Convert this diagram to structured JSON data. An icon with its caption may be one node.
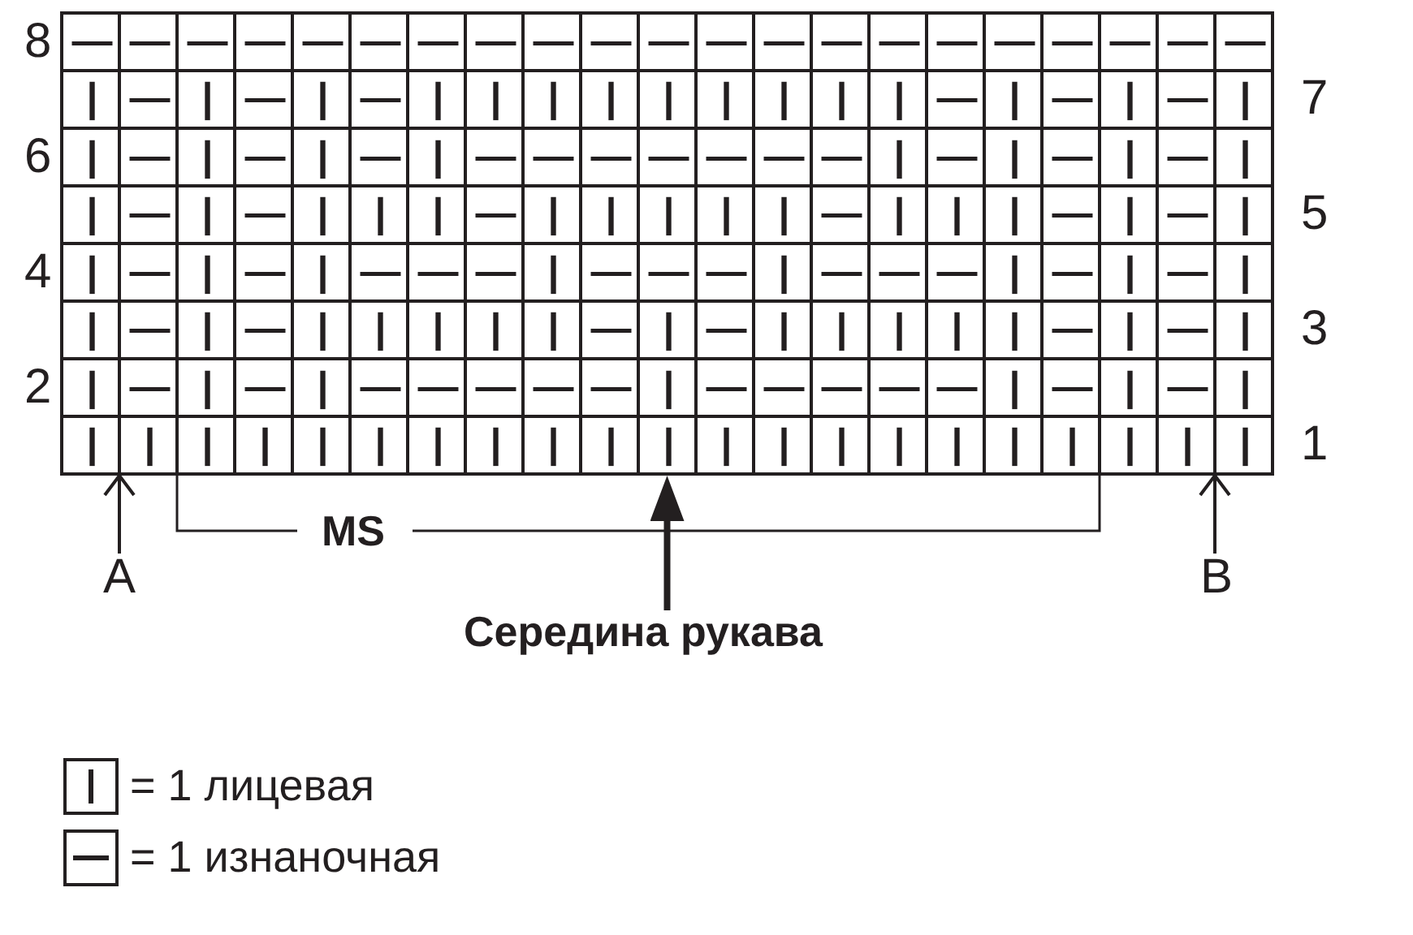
{
  "diagram": {
    "nodes": [
      {
        "text": [],
        "shape": "grid"
      },
      {
        "text": [
          "A"
        ]
      },
      {
        "text": [
          "B"
        ]
      },
      {
        "text": [
          "Середина рукава"
        ]
      }
    ],
    "edges": [
      {
        "from": 1,
        "to": 0,
        "arrow": "to"
      },
      {
        "from": 3,
        "to": 0,
        "arrow": "to",
        "style": "thick"
      },
      {
        "from": 2,
        "to": 0,
        "arrow": "to"
      }
    ],
    "labels": [
      "8",
      "—",
      "—",
      "—",
      "—",
      "—",
      "—",
      "—",
      "—",
      "—",
      "—",
      "—",
      "—",
      "—",
      "—",
      "—",
      "—",
      "—",
      "—",
      "—",
      "—",
      "—",
      "|",
      "—",
      "|",
      "—",
      "|",
      "—",
      "|",
      "|",
      "|",
      "|",
      "|",
      "|",
      "|",
      "|",
      "|",
      "—",
      "|",
      "—",
      "|",
      "—",
      "|",
      "7",
      "6",
      "|",
      "—",
      "|",
      "—",
      "|",
      "—",
      "|",
      "—",
      "—",
      "—",
      "—",
      "—",
      "—",
      "—",
      "|",
      "—",
      "|",
      "—",
      "|",
      "—",
      "|",
      "|",
      "—",
      "|",
      "—",
      "|",
      "|",
      "|",
      "—",
      "|",
      "|",
      "|",
      "|",
      "|",
      "—",
      "|",
      "|",
      "|",
      "—",
      "|",
      "—",
      "|",
      "5",
      "4",
      "|",
      "—",
      "|",
      "—",
      "|",
      "—",
      "—",
      "—",
      "|",
      "—",
      "—",
      "—",
      "|",
      "—",
      "—",
      "—",
      "|",
      "—",
      "|",
      "—",
      "|",
      "|",
      "—",
      "|",
      "—",
      "|",
      "|",
      "|",
      "|",
      "|",
      "—",
      "|",
      "—",
      "|",
      "|",
      "|",
      "|",
      "|",
      "—",
      "|",
      "—",
      "|",
      "3",
      "2",
      "|",
      "—",
      "|",
      "—",
      "|",
      "—",
      "—",
      "—",
      "—",
      "—",
      "|",
      "—",
      "—",
      "—",
      "—",
      "—",
      "|",
      "—",
      "|",
      "—",
      "|",
      "|",
      "|",
      "|",
      "|",
      "|",
      "|",
      "|",
      "|",
      "|",
      "|",
      "|",
      "|",
      "|",
      "|",
      "|",
      "|",
      "|",
      "|",
      "|",
      "|",
      "|",
      "1",
      "MS"
    ],
    "legend": [
      {
        "text": "= 1 лицевая"
      },
      {
        "text": "= 1 изнаночная"
      }
    ]
  }
}
